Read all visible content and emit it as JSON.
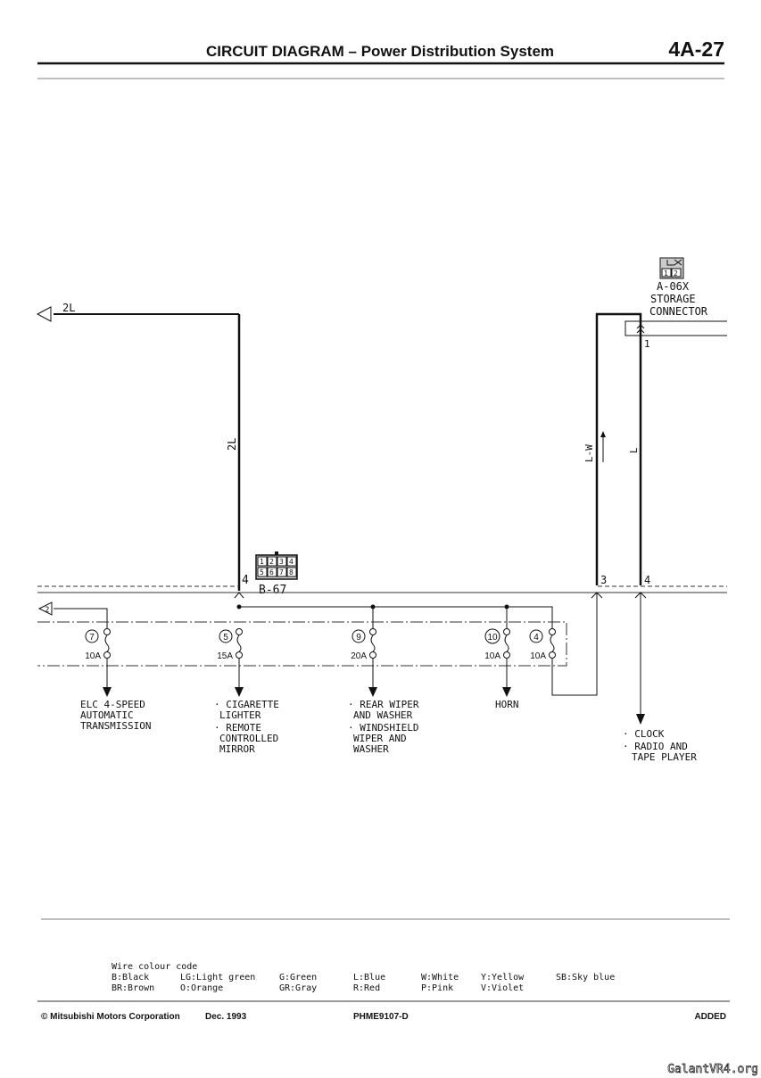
{
  "header": {
    "title": "CIRCUIT DIAGRAM – Power Distribution System",
    "page_number": "4A-27"
  },
  "diagram": {
    "wire_2l_end": "2L",
    "wire_2l_vertical": "2L",
    "wire_lw": "L-W",
    "wire_l": "L",
    "branch_ref": "2",
    "connector_b67": {
      "name": "B-67",
      "pin": "4",
      "pins": [
        "1",
        "2",
        "3",
        "4",
        "5",
        "6",
        "7",
        "8"
      ]
    },
    "connector_a06x": {
      "name": "A-06X",
      "line1": "STORAGE",
      "line2": "CONNECTOR",
      "pin": "1",
      "pins": [
        "1",
        "2"
      ]
    },
    "pin_3": "3",
    "pin_4": "4",
    "fuses": [
      {
        "number": "7",
        "rating": "10A"
      },
      {
        "number": "5",
        "rating": "15A"
      },
      {
        "number": "9",
        "rating": "20A"
      },
      {
        "number": "10",
        "rating": "10A"
      },
      {
        "number": "4",
        "rating": "10A"
      }
    ],
    "loads": {
      "elc": [
        "ELC 4-SPEED",
        "AUTOMATIC",
        "TRANSMISSION"
      ],
      "cig": [
        "· CIGARETTE",
        "LIGHTER",
        "· REMOTE",
        "CONTROLLED",
        "MIRROR"
      ],
      "wiper": [
        "· REAR WIPER",
        "AND WASHER",
        "· WINDSHIELD",
        "WIPER AND",
        "WASHER"
      ],
      "horn": [
        "HORN"
      ],
      "clock": [
        "· CLOCK",
        "· RADIO AND",
        "TAPE PLAYER"
      ]
    }
  },
  "wire_code": {
    "title": "Wire colour code",
    "row1": [
      "B:Black",
      "LG:Light green",
      "G:Green",
      "L:Blue",
      "W:White",
      "Y:Yellow",
      "SB:Sky blue"
    ],
    "row2": [
      "BR:Brown",
      "O:Orange",
      "GR:Gray",
      "R:Red",
      "P:Pink",
      "V:Violet"
    ]
  },
  "footer": {
    "copyright": "© Mitsubishi Motors Corporation",
    "date": "Dec. 1993",
    "code": "PHME9107-D",
    "status": "ADDED"
  },
  "watermark": "GalantVR4.org"
}
